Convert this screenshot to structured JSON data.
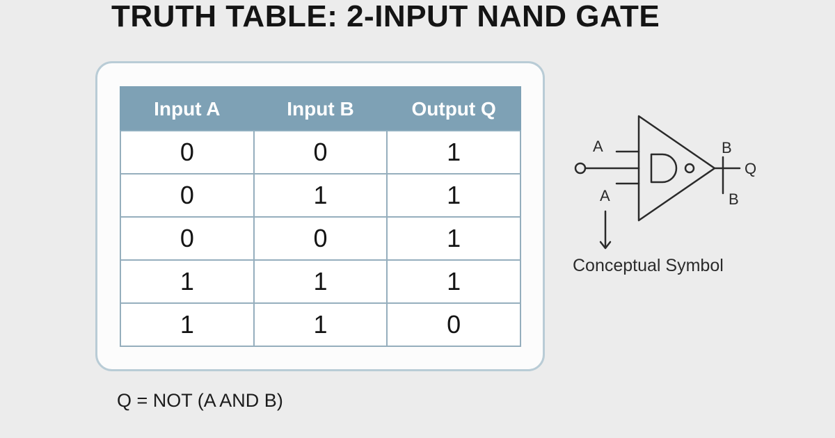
{
  "title": "TRUTH TABLE: 2-INPUT NAND GATE",
  "table": {
    "headers": [
      "Input A",
      "Input B",
      "Output Q"
    ],
    "rows": [
      [
        "0",
        "0",
        "1"
      ],
      [
        "0",
        "1",
        "1"
      ],
      [
        "0",
        "0",
        "1"
      ],
      [
        "1",
        "1",
        "1"
      ],
      [
        "1",
        "1",
        "0"
      ]
    ]
  },
  "formula": "Q = NOT (A AND B)",
  "symbol": {
    "label_a_top": "A",
    "label_a_bottom": "A",
    "label_b_top": "B",
    "label_b_bottom": "B",
    "label_q": "Q",
    "caption": "Conceptual Symbol"
  },
  "colors": {
    "background": "#ececec",
    "header_fill": "#7ea1b5",
    "grid_line": "#95aebd",
    "panel_border": "#b9ccd6"
  }
}
